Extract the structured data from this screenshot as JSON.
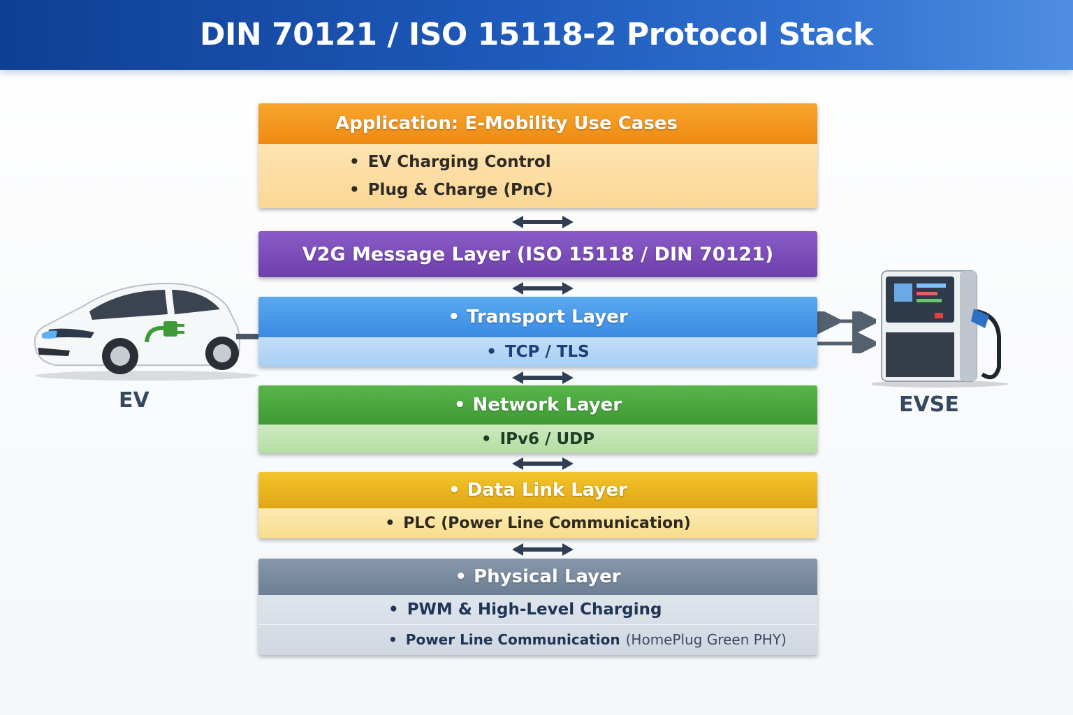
{
  "header": {
    "title": "DIN 70121 / ISO 15118-2 Protocol Stack"
  },
  "layers": {
    "application": {
      "title": "Application: E-Mobility Use Cases",
      "items": [
        "EV Charging Control",
        "Plug & Charge (PnC)"
      ],
      "color": "#f39a1f"
    },
    "v2g": {
      "title": "V2G Message Layer (ISO 15118 / DIN 70121)",
      "color": "#7b4bb8"
    },
    "transport": {
      "title": "Transport Layer",
      "sub": "TCP / TLS",
      "color": "#4a9ae8"
    },
    "network": {
      "title": "Network Layer",
      "sub": "IPv6 / UDP",
      "color": "#4caa40"
    },
    "datalink": {
      "title": "Data Link Layer",
      "sub": "PLC (Power Line Communication)",
      "color": "#e9b41f"
    },
    "physical": {
      "title": "Physical Layer",
      "items": [
        "PWM & High-Level Charging",
        "Power Line Communication"
      ],
      "note": "(HomePlug Green PHY)",
      "color": "#7a8ba0"
    }
  },
  "nodes": {
    "ev": "EV",
    "evse": "EVSE"
  },
  "icons": [
    "car-icon",
    "plug-icon",
    "charging-station-icon",
    "double-arrow-icon"
  ]
}
